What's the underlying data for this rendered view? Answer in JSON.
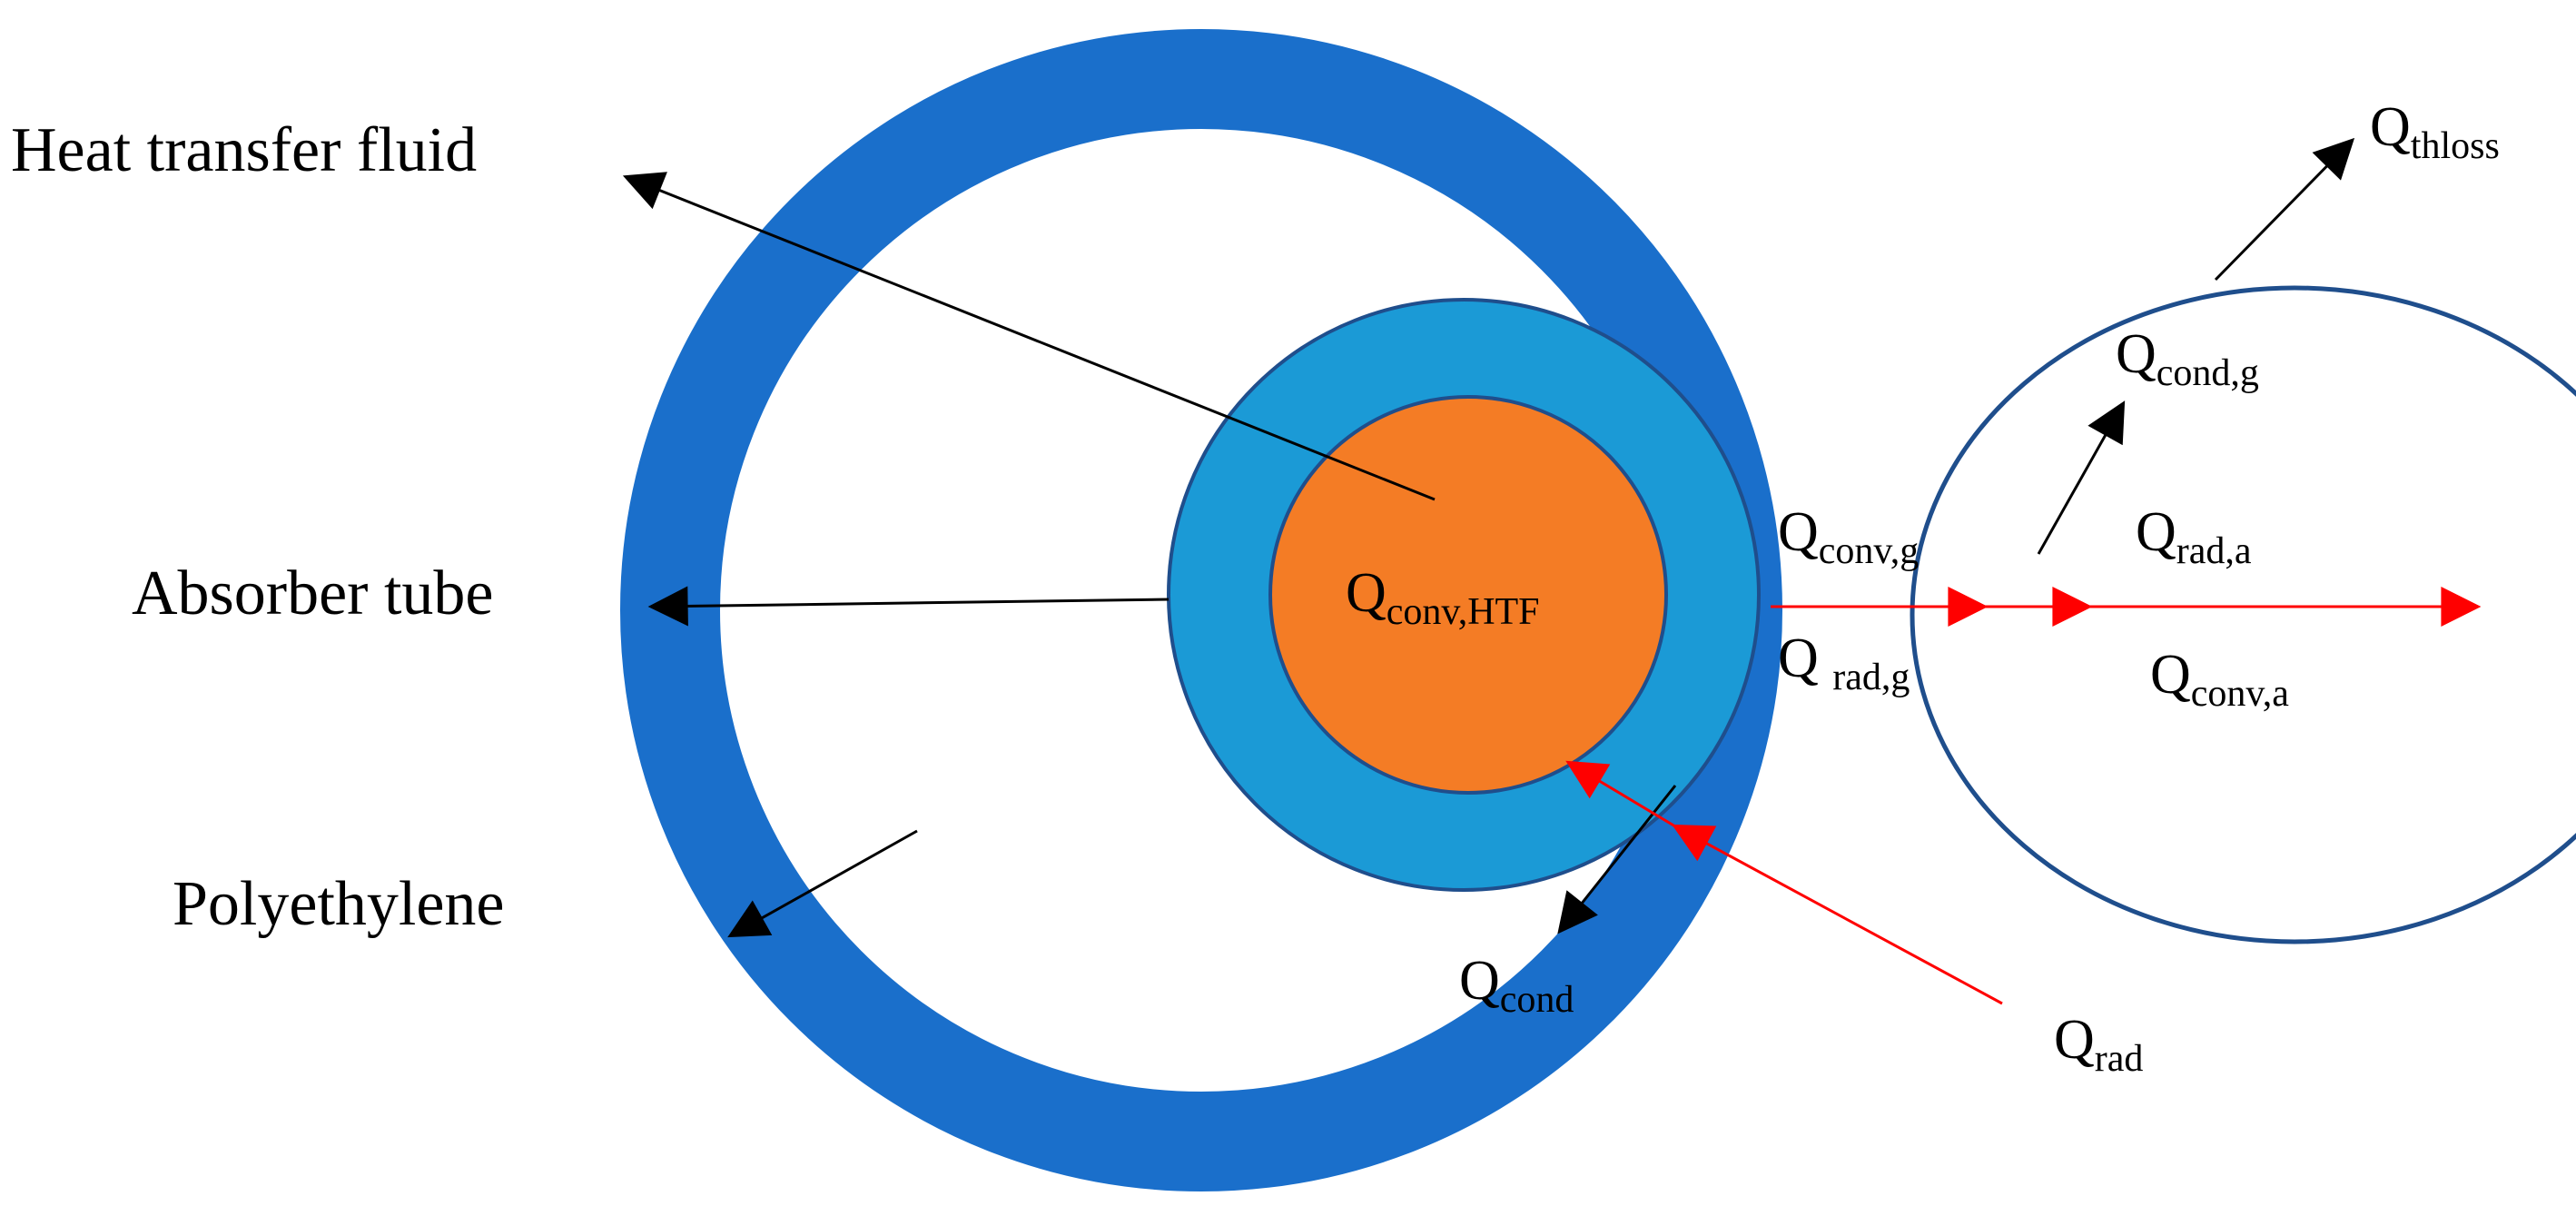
{
  "labels": {
    "heat_transfer_fluid": "Heat transfer fluid",
    "absorber_tube": "Absorber tube",
    "polyethylene": "Polyethylene"
  },
  "heat_flows": {
    "q_conv_htf": {
      "base": "Q",
      "sub": "conv,HTF"
    },
    "q_cond": {
      "base": "Q",
      "sub": "cond"
    },
    "q_rad": {
      "base": "Q",
      "sub": "rad"
    },
    "q_conv_g": {
      "base": "Q",
      "sub": "conv,g"
    },
    "q_rad_g": {
      "base": "Q ",
      "sub": "rad,g"
    },
    "q_cond_g": {
      "base": "Q",
      "sub": "cond,g"
    },
    "q_rad_a": {
      "base": "Q",
      "sub": "rad,a"
    },
    "q_conv_a": {
      "base": "Q",
      "sub": "conv,a"
    },
    "q_thloss": {
      "base": "Q",
      "sub": "thloss"
    }
  },
  "colors": {
    "polyethylene_ring": "#1a6fcb",
    "absorber_tube": "#1b9ad6",
    "heat_transfer_fluid": "#f47c25",
    "outline": "#1f4e8c",
    "radiation_arrow": "#ff0000",
    "leader_arrow": "#000000"
  }
}
